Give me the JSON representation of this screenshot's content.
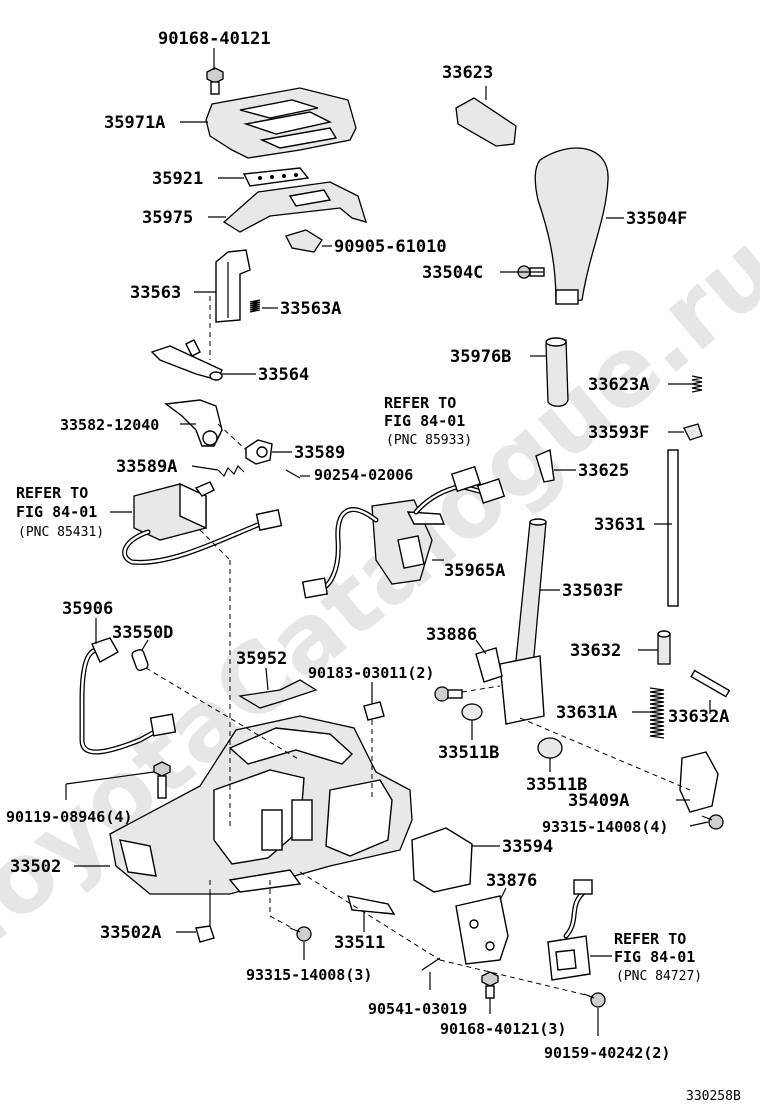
{
  "watermark": "ToyotaCatalogue.ru",
  "figure_code": "330258B",
  "labels": {
    "p90168_40121": "90168-40121",
    "p35971A": "35971A",
    "p35921": "35921",
    "p35975": "35975",
    "p90905_61010": "90905-61010",
    "p33563": "33563",
    "p33563A": "33563A",
    "p33564": "33564",
    "p33582_12040": "33582-12040",
    "p33589": "33589",
    "p33589A": "33589A",
    "p90254_02006": "90254-02006",
    "p35906": "35906",
    "p33550D": "33550D",
    "p35952": "35952",
    "p90183_03011": "90183-03011(2)",
    "p90119_08946": "90119-08946(4)",
    "p33502": "33502",
    "p33502A": "33502A",
    "p33511": "33511",
    "p93315_14008_3": "93315-14008(3)",
    "p90541_03019": "90541-03019",
    "p90168_40121_3": "90168-40121(3)",
    "p90159_40242": "90159-40242(2)",
    "p33623": "33623",
    "p33504F": "33504F",
    "p33504C": "33504C",
    "p35976B": "35976B",
    "p33623A": "33623A",
    "p33593F": "33593F",
    "p33625": "33625",
    "p33631": "33631",
    "p35965A": "35965A",
    "p33503F": "33503F",
    "p33886": "33886",
    "p33511B_1": "33511B",
    "p33511B_2": "33511B",
    "p33632": "33632",
    "p33631A": "33631A",
    "p33632A": "33632A",
    "p35409A": "35409A",
    "p93315_14008_4": "93315-14008(4)",
    "p33594": "33594",
    "p33876": "33876"
  },
  "refs": {
    "a": {
      "line1": "REFER TO",
      "line2": "FIG 84-01",
      "line3": "(PNC 85933)"
    },
    "b": {
      "line1": "REFER TO",
      "line2": "FIG 84-01",
      "line3": "(PNC 85431)"
    },
    "c": {
      "line1": "REFER TO",
      "line2": "FIG 84-01",
      "line3": "(PNC 84727)"
    }
  }
}
